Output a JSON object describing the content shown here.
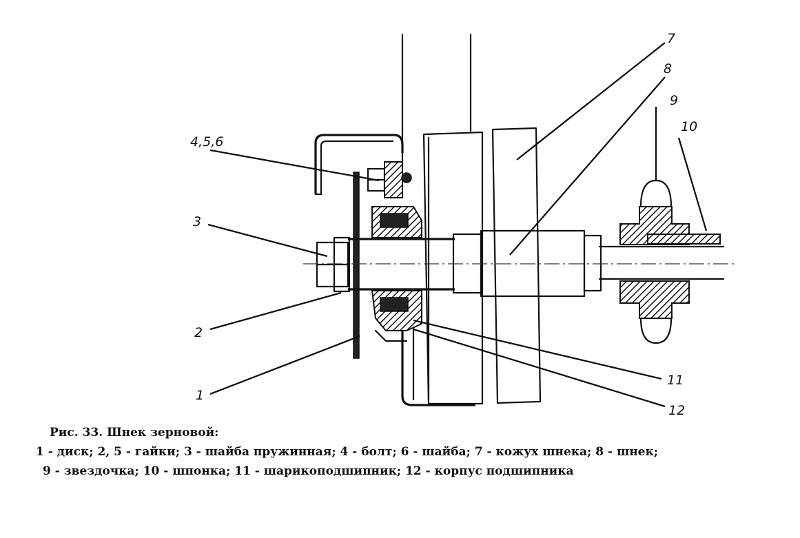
{
  "figure": {
    "callouts": {
      "c456": "4,5,6",
      "c3": "3",
      "c2": "2",
      "c1": "1",
      "c7": "7",
      "c8": "8",
      "c9": "9",
      "c10": "10",
      "c11": "11",
      "c12": "12"
    }
  },
  "caption": {
    "title": "Рис.  33. Шнек зерновой:",
    "line1": "1 - диск; 2, 5 - гайки; 3 - шайба пружинная; 4 - болт; 6 - шайба;  7 - кожух шнека;  8 - шнек;",
    "line2": "9 - звездочка; 10 - шпонка; 11 - шарикоподшипник; 12 - корпус подшипника"
  }
}
